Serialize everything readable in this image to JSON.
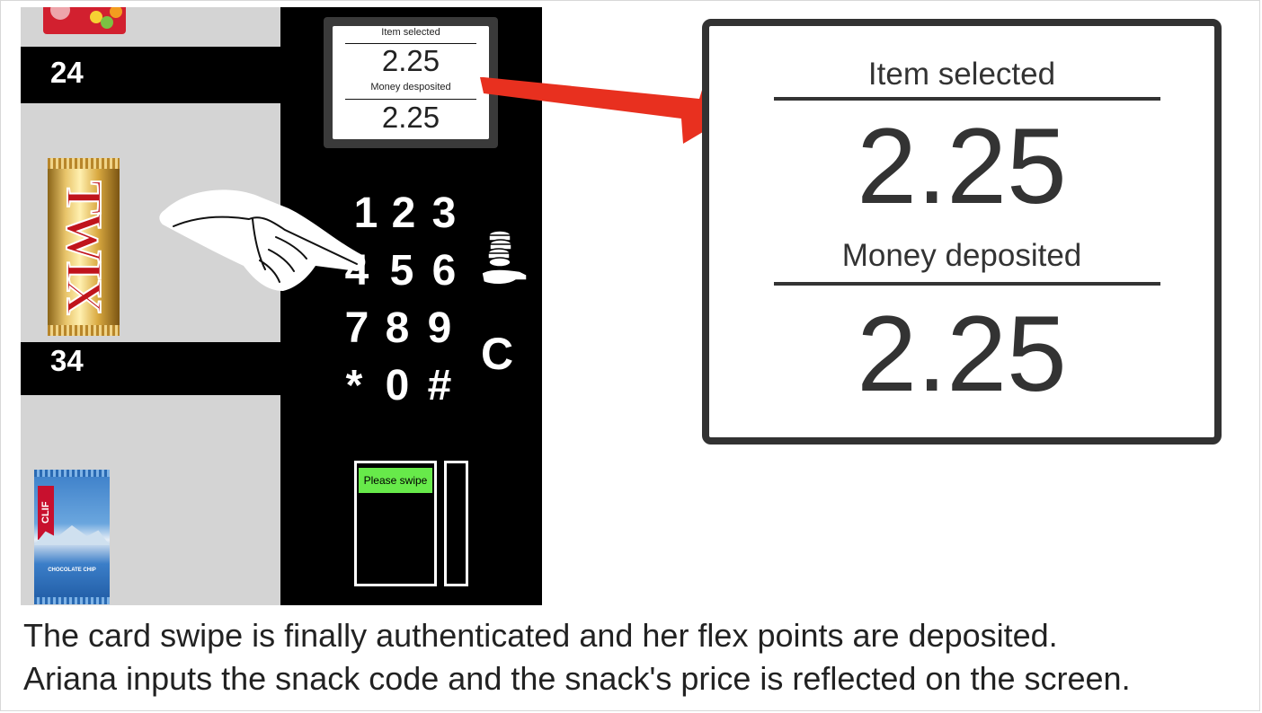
{
  "machine": {
    "slots": [
      {
        "code": "24",
        "product_icon": "skittles-package-icon"
      },
      {
        "code": "34",
        "product_icon": "twix-bar-icon",
        "brand_text": "TWIX"
      },
      {
        "product_icon": "clif-bar-icon",
        "brand_text": "CLIF",
        "flavor_text": "CHOCOLATE CHIP"
      }
    ],
    "screen": {
      "item_label": "Item selected",
      "item_value": "2.25",
      "money_label": "Money desposited",
      "money_value": "2.25"
    },
    "keypad": {
      "keys": [
        "1",
        "2",
        "3",
        "4",
        "5",
        "6",
        "7",
        "8",
        "9",
        "*",
        "0",
        "#"
      ],
      "clear_key": "C",
      "coin_icon": "coin-stack-hand-icon"
    },
    "card_reader": {
      "prompt": "Please swipe"
    },
    "pointer_icon": "pointing-hand-icon"
  },
  "zoomed_screen": {
    "item_label": "Item selected",
    "item_value": "2.25",
    "money_label": "Money deposited",
    "money_value": "2.25"
  },
  "callout_arrow_icon": "red-arrow-icon",
  "colors": {
    "machine": "#000000",
    "shelf": "#d4d4d4",
    "swipe_prompt": "#67ea4a",
    "arrow": "#e8301f",
    "zoom_border": "#323232"
  },
  "caption": {
    "line1": "The card swipe is finally authenticated and her flex points are deposited.",
    "line2": "Ariana inputs the snack code and the snack's price is reflected on the screen."
  }
}
